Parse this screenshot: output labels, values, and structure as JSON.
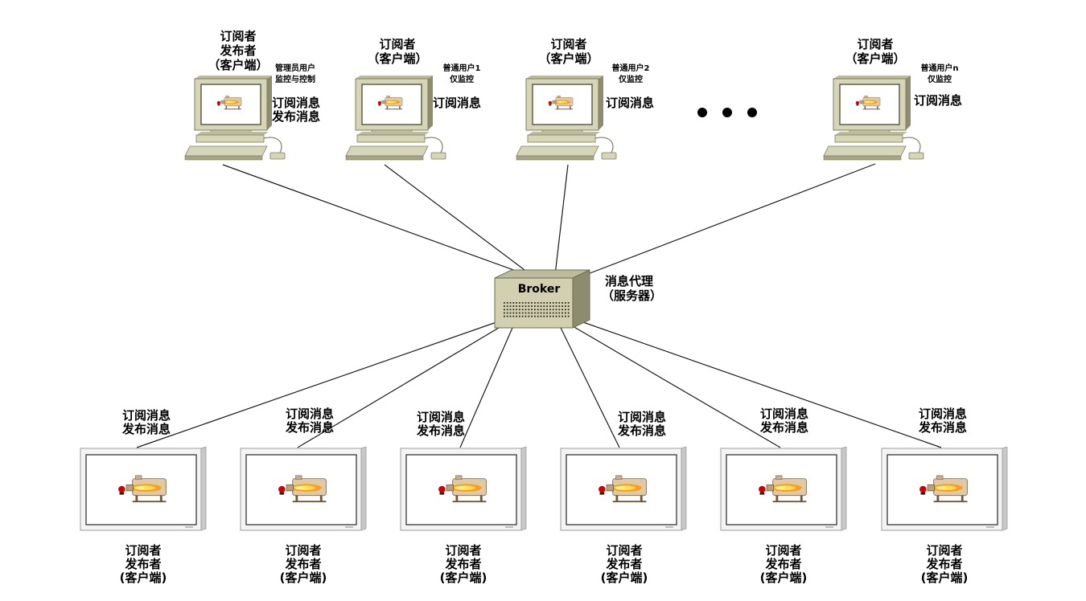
{
  "pc_clients": [
    {
      "role": [
        "订阅者",
        "发布者",
        "（客户端）"
      ],
      "user_lines": [
        "管理员用户",
        "监控与控制"
      ],
      "msg_lines": [
        "订阅消息",
        "发布消息"
      ]
    },
    {
      "role": [
        "订阅者",
        "（客户端）"
      ],
      "user_lines": [
        "普通用户1",
        "仅监控"
      ],
      "msg_lines": [
        "订阅消息"
      ]
    },
    {
      "role": [
        "订阅者",
        "（客户端）"
      ],
      "user_lines": [
        "普通用户2",
        "仅监控"
      ],
      "msg_lines": [
        "订阅消息"
      ]
    },
    {
      "role": [
        "订阅者",
        "（客户端）"
      ],
      "user_lines": [
        "普通用户n",
        "仅监控"
      ],
      "msg_lines": [
        "订阅消息"
      ]
    }
  ],
  "broker": {
    "label": "Broker",
    "desc": [
      "消息代理",
      "（服务器）"
    ]
  },
  "panel_clients": [
    {
      "msg_lines": [
        "订阅消息",
        "发布消息"
      ],
      "role": [
        "订阅者",
        "发布者",
        "(客户端)"
      ]
    },
    {
      "msg_lines": [
        "订阅消息",
        "发布消息"
      ],
      "role": [
        "订阅者",
        "发布者",
        "(客户端)"
      ]
    },
    {
      "msg_lines": [
        "订阅消息",
        "发布消息"
      ],
      "role": [
        "订阅者",
        "发布者",
        "(客户端)"
      ]
    },
    {
      "msg_lines": [
        "订阅消息",
        "发布消息"
      ],
      "role": [
        "订阅者",
        "发布者",
        "(客户端)"
      ]
    },
    {
      "msg_lines": [
        "订阅消息",
        "发布消息"
      ],
      "role": [
        "订阅者",
        "发布者",
        "(客户端)"
      ]
    },
    {
      "msg_lines": [
        "订阅消息",
        "发布消息"
      ],
      "role": [
        "订阅者",
        "发布者",
        "(客户端)"
      ]
    }
  ],
  "colors": {
    "device_beige": "#d7d5b7",
    "device_dark": "#9a9878",
    "panel_frame": "#f2f2f2",
    "flame": "#ff6a00"
  }
}
